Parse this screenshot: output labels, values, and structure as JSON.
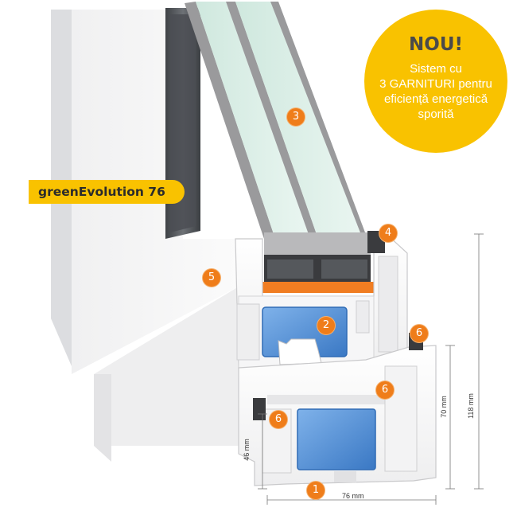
{
  "badge": {
    "title": "NOU!",
    "line1": "Sistem cu",
    "line2": "3 GARNITURI pentru",
    "line3": "eficiență energetică",
    "line4": "sporită"
  },
  "product_label": "greenEvolution 76",
  "callouts": [
    "3",
    "4",
    "5",
    "2",
    "6",
    "6",
    "6",
    "1"
  ],
  "dimensions": {
    "width": "76 mm",
    "frame_height": "46 mm",
    "sash_height": "70 mm",
    "total_height": "118 mm"
  },
  "colors": {
    "accent_yellow": "#f9c200",
    "callout_orange": "#ef7d1a",
    "steel_blue": "#4f8fd8",
    "glass_green": "#d9eee6"
  }
}
